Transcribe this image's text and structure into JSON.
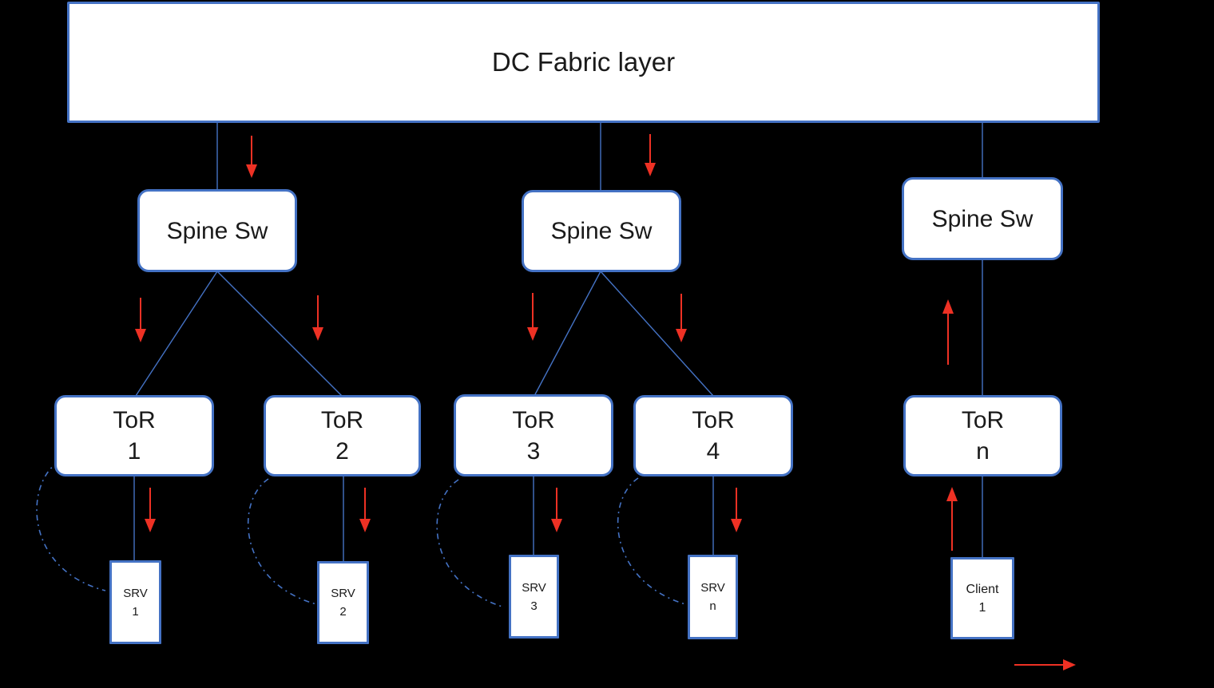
{
  "fabric": {
    "label": "DC Fabric layer"
  },
  "spines": [
    {
      "label": "Spine Sw"
    },
    {
      "label": "Spine Sw"
    },
    {
      "label": "Spine Sw"
    }
  ],
  "tors": [
    {
      "name": "ToR",
      "id": "1"
    },
    {
      "name": "ToR",
      "id": "2"
    },
    {
      "name": "ToR",
      "id": "3"
    },
    {
      "name": "ToR",
      "id": "4"
    },
    {
      "name": "ToR",
      "id": "n"
    }
  ],
  "servers": [
    {
      "name": "SRV",
      "id": "1"
    },
    {
      "name": "SRV",
      "id": "2"
    },
    {
      "name": "SRV",
      "id": "3"
    },
    {
      "name": "SRV",
      "id": "n"
    },
    {
      "name": "Client",
      "id": "1"
    }
  ],
  "colors": {
    "outline_blue": "#4472C4",
    "arrow_red": "#EE3124",
    "box_fill": "#FFFFFF",
    "text": "#1A1A1A",
    "background": "#000000"
  }
}
